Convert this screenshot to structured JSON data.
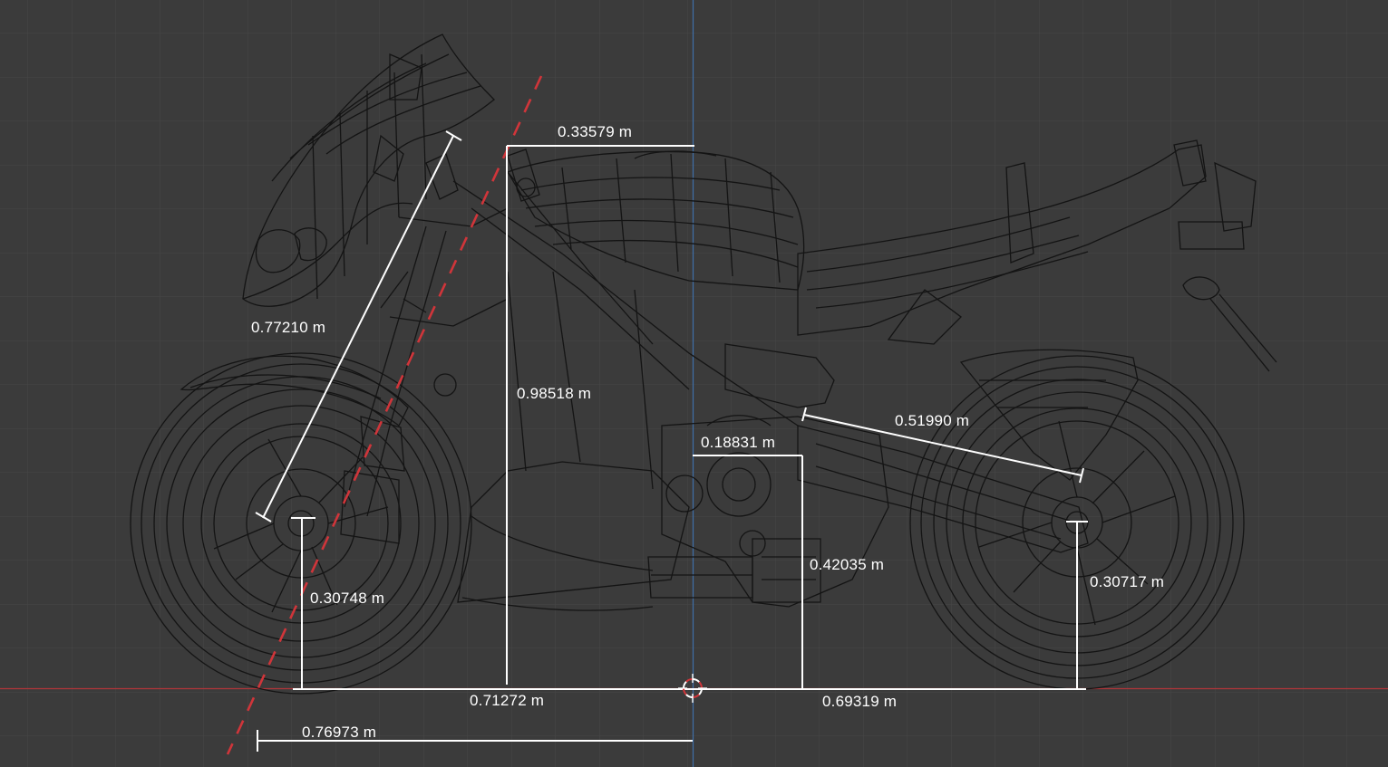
{
  "viewport": {
    "background_color": "#3b3b3b",
    "grid_color": "#444444",
    "x_axis_color": "#b0353a",
    "z_axis_color": "#3f6fa8",
    "wireframe_color": "#141414",
    "measure_color": "#ffffff",
    "guide_color": "#d0353a",
    "cursor_icon": "3d-cursor-icon"
  },
  "measurements": [
    {
      "id": "fork-length",
      "label": "0.77210 m"
    },
    {
      "id": "headstock-to-center",
      "label": "0.33579 m"
    },
    {
      "id": "headstock-height",
      "label": "0.98518 m"
    },
    {
      "id": "swingarm-pivot-offset",
      "label": "0.18831 m"
    },
    {
      "id": "swingarm-length",
      "label": "0.51990 m"
    },
    {
      "id": "front-axle-height",
      "label": "0.30748 m"
    },
    {
      "id": "pivot-height",
      "label": "0.42035 m"
    },
    {
      "id": "rear-axle-height",
      "label": "0.30717 m"
    },
    {
      "id": "front-axle-to-center",
      "label": "0.71272 m"
    },
    {
      "id": "center-to-rear-axle",
      "label": "0.69319 m"
    },
    {
      "id": "trail-ground-to-center",
      "label": "0.76973 m"
    }
  ]
}
